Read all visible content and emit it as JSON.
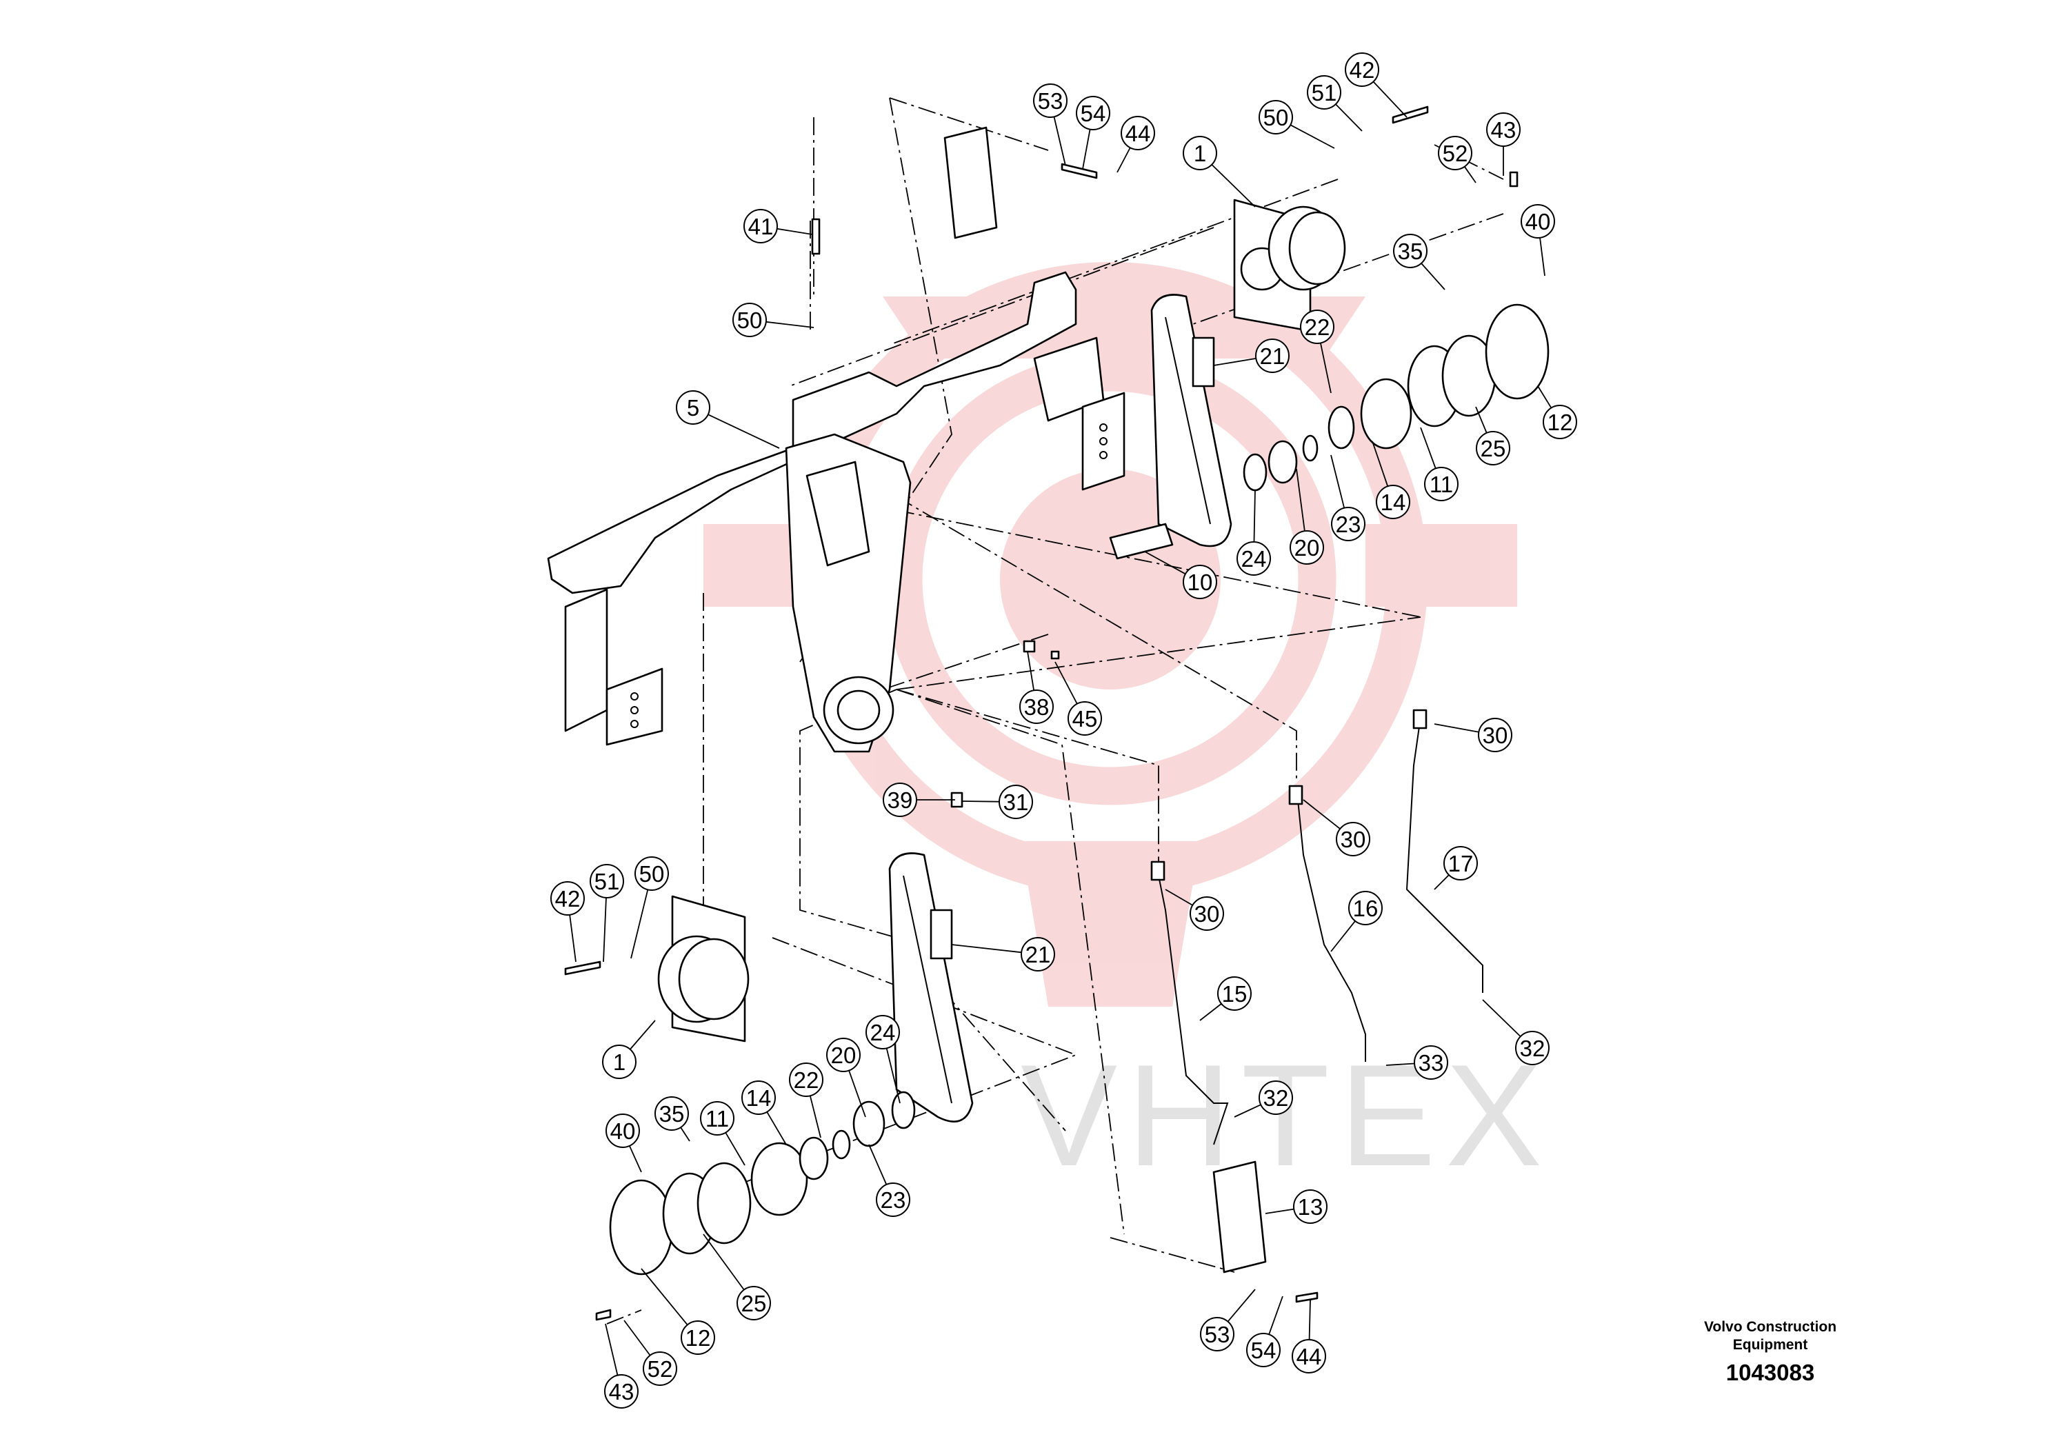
{
  "footer": {
    "brand_line_1": "Volvo Construction",
    "brand_line_2": "Equipment",
    "drawing_number": "1043083"
  },
  "watermark": {
    "text": "VHTEX",
    "color": "#e8e8e8",
    "logo_color": "#f7c6c6"
  },
  "colors": {
    "line": "#000000",
    "background": "#ffffff"
  },
  "callouts": [
    {
      "label": "53"
    },
    {
      "label": "54"
    },
    {
      "label": "44"
    },
    {
      "label": "42"
    },
    {
      "label": "51"
    },
    {
      "label": "50"
    },
    {
      "label": "43"
    },
    {
      "label": "52"
    },
    {
      "label": "40"
    },
    {
      "label": "1"
    },
    {
      "label": "41"
    },
    {
      "label": "35"
    },
    {
      "label": "50"
    },
    {
      "label": "21"
    },
    {
      "label": "22"
    },
    {
      "label": "12"
    },
    {
      "label": "25"
    },
    {
      "label": "5"
    },
    {
      "label": "11"
    },
    {
      "label": "14"
    },
    {
      "label": "23"
    },
    {
      "label": "20"
    },
    {
      "label": "24"
    },
    {
      "label": "10"
    },
    {
      "label": "38"
    },
    {
      "label": "45"
    },
    {
      "label": "30"
    },
    {
      "label": "39"
    },
    {
      "label": "31"
    },
    {
      "label": "30"
    },
    {
      "label": "17"
    },
    {
      "label": "42"
    },
    {
      "label": "51"
    },
    {
      "label": "50"
    },
    {
      "label": "30"
    },
    {
      "label": "16"
    },
    {
      "label": "21"
    },
    {
      "label": "15"
    },
    {
      "label": "32"
    },
    {
      "label": "1"
    },
    {
      "label": "24"
    },
    {
      "label": "33"
    },
    {
      "label": "20"
    },
    {
      "label": "14"
    },
    {
      "label": "22"
    },
    {
      "label": "32"
    },
    {
      "label": "35"
    },
    {
      "label": "11"
    },
    {
      "label": "40"
    },
    {
      "label": "23"
    },
    {
      "label": "13"
    },
    {
      "label": "25"
    },
    {
      "label": "12"
    },
    {
      "label": "52"
    },
    {
      "label": "53"
    },
    {
      "label": "54"
    },
    {
      "label": "44"
    },
    {
      "label": "43"
    }
  ]
}
